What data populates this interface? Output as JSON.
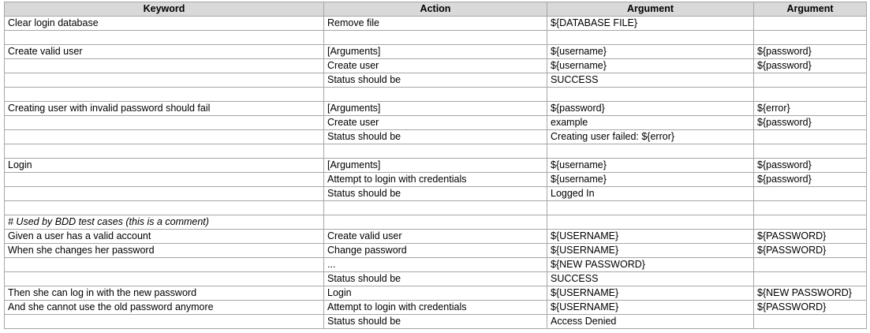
{
  "table": {
    "headers": [
      "Keyword",
      "Action",
      "Argument",
      "Argument"
    ],
    "rows": [
      [
        "Clear login database",
        "Remove file",
        "${DATABASE FILE}",
        ""
      ],
      [
        "",
        "",
        "",
        ""
      ],
      [
        "Create valid user",
        "[Arguments]",
        "${username}",
        "${password}"
      ],
      [
        "",
        "Create user",
        "${username}",
        "${password}"
      ],
      [
        "",
        "Status should be",
        "SUCCESS",
        ""
      ],
      [
        "",
        "",
        "",
        ""
      ],
      [
        "Creating user with invalid password should fail",
        "[Arguments]",
        "${password}",
        "${error}"
      ],
      [
        "",
        "Create user",
        "example",
        "${password}"
      ],
      [
        "",
        "Status should be",
        "Creating user failed: ${error}",
        ""
      ],
      [
        "",
        "",
        "",
        ""
      ],
      [
        "Login",
        "[Arguments]",
        "${username}",
        "${password}"
      ],
      [
        "",
        "Attempt to login with credentials",
        "${username}",
        "${password}"
      ],
      [
        "",
        "Status should be",
        "Logged In",
        ""
      ],
      [
        "",
        "",
        "",
        ""
      ],
      [
        "# Used by BDD test cases (this is a comment)",
        "",
        "",
        ""
      ],
      [
        "Given a user has a valid account",
        "Create valid user",
        "${USERNAME}",
        "${PASSWORD}"
      ],
      [
        "When she changes her password",
        "Change password",
        "${USERNAME}",
        "${PASSWORD}"
      ],
      [
        "",
        "...",
        "${NEW PASSWORD}",
        ""
      ],
      [
        "",
        "Status should be",
        "SUCCESS",
        ""
      ],
      [
        "Then she can log in with the new password",
        "Login",
        "${USERNAME}",
        "${NEW PASSWORD}"
      ],
      [
        "And she cannot use the old password anymore",
        "Attempt to login with credentials",
        "${USERNAME}",
        "${PASSWORD}"
      ],
      [
        "",
        "Status should be",
        "Access Denied",
        ""
      ]
    ],
    "comment_rows": [
      14
    ]
  }
}
